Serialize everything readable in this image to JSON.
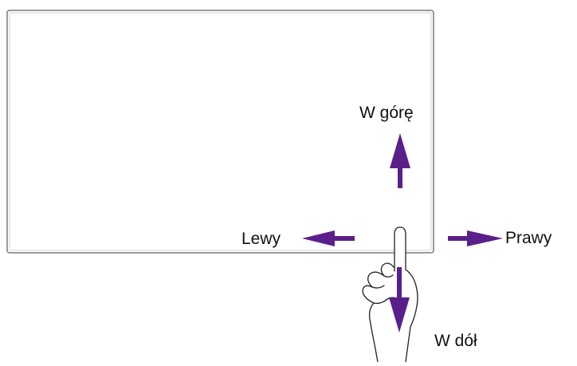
{
  "labels": {
    "up": "W górę",
    "left": "Lewy",
    "right": "Prawy",
    "down": "W dół"
  },
  "colors": {
    "arrow": "#5b1f8c",
    "outline": "#7a7a7a",
    "hand_stroke": "#222222"
  },
  "icons": {
    "hand": "pointing-hand-icon"
  }
}
